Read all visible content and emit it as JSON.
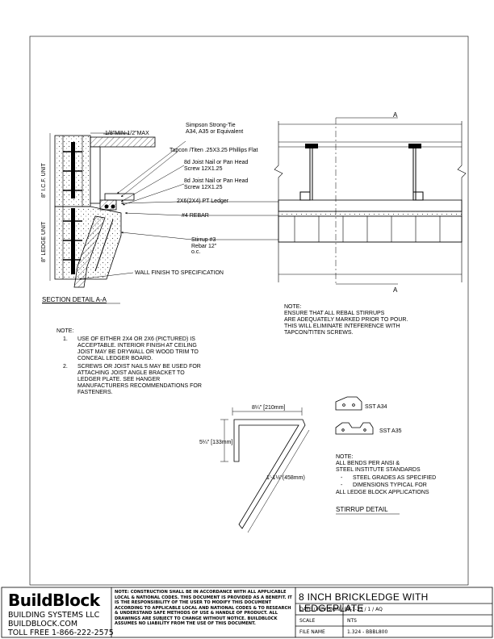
{
  "labels": {
    "gap": "1/8\"MIN-1/2\"MAX",
    "simpson": [
      "Simpson Strong-Tie",
      "A34, A35 or Equivalent"
    ],
    "tapcon": "Tapcon /Titen .25X3.25 Phillips Flat",
    "joist_nail_1": [
      "8d Joist Nail or Pan Head",
      "Screw 12X1.25"
    ],
    "joist_nail_2": [
      "8d Joist Nail or Pan Head",
      "Screw 12X1.25"
    ],
    "ledger": "2X6(2X4) PT Ledger",
    "rebar": "#4 REBAR",
    "stirrup": [
      "Stirrup #3",
      "Rebar 12\"",
      "o.c."
    ],
    "wall_finish": "WALL FINISH TO SPECIFICATION",
    "icf_unit": "8\" I.C.F. UNIT",
    "ledge_unit": "8\" LEDGE UNIT",
    "section_marker_top": "A",
    "section_marker_bottom": "A"
  },
  "section_title": "SECTION DETAIL A-A",
  "stirrup_note": [
    "NOTE:",
    "ENSURE THAT ALL REBAL STIRRUPS",
    "ARE ADEQUATELY MARKED PRIOR TO POUR.",
    "THIS WILL ELIMINATE INTEFERENCE WITH",
    "TAPCON/TITEN SCREWS."
  ],
  "notes": {
    "heading": "NOTE:",
    "items": [
      {
        "num": "1.",
        "lines": [
          "USE OF EITHER 2X4 OR 2X6 (PICTURED) IS",
          "ACCEPTABLE. INTERIOR FINISH AT CEILING",
          "JOIST MAY BE DRYWALL OR WOOD TRIM TO",
          "CONCEAL LEDGER BOARD."
        ]
      },
      {
        "num": "2.",
        "lines": [
          "SCREWS OR JOIST NAILS MAY BE USED FOR",
          "ATTACHING JOIST ANGLE BRACKET TO",
          "LEDGER PLATE. SEE HANGER",
          "MANUFACTURERS RECOMMENDATIONS FOR",
          "FASTENERS."
        ]
      }
    ]
  },
  "stirrup_detail": {
    "dim_top": "8¼\" [210mm]",
    "dim_left": "5¼\" [133mm]",
    "dim_diag": "1'-1½\"(458mm)",
    "title": "STIRRUP DETAIL",
    "connector_a34": "SST A34",
    "connector_a35": "SST A35",
    "note_heading": "NOTE:",
    "note_lines": [
      "ALL BENDS PER ANSI &",
      "STEEL INSTITUTE STANDARDS"
    ],
    "bullets": [
      "STEEL GRADES AS SPECIFIED",
      "DIMENSIONS TYPICAL FOR"
    ],
    "bullet_tail": "ALL LEDGE BLOCK APPLICATIONS"
  },
  "title_block": {
    "company": "BuildBlock",
    "company_sub": "BUILDING SYSTEMS LLC",
    "website": "BUILDBLOCK.COM",
    "phone": "TOLL FREE 1-866-222-2575",
    "notice": "NOTE: CONSTRUCTION SHALL BE IN ACCORDANCE WITH ALL APPLICABLE LOCAL & NATIONAL CODES. THIS DOCUMENT IS PROVIDED AS A BENEFIT. IT IS THE RESPONSIBILITY OF THE USER TO MODIFY THIS DOCUMENT ACCORDING TO APPLICABLE LOCAL AND NATIONAL CODES & TO RESEARCH & UNDERSTAND SAFE METHODS OF USE & HANDLE OF PRODUCT. ALL DRAWINGS ARE SUBJECT TO CHANGE WITHOUT NOTICE. BUILDBLOCK ASSUMES NO LIABILITY FROM THE USE OF THIS DOCUMENT.",
    "sheet_title": "8 INCH BRICKLEDGE WITH LEDGEPLATE",
    "rows": [
      {
        "label": "DATE / REVISION / BY",
        "value": "7-1-23 / 1 / AQ"
      },
      {
        "label": "SCALE",
        "value": "NTS"
      },
      {
        "label": "FILE NAME",
        "value": "1.324 - BBBL800"
      }
    ]
  }
}
